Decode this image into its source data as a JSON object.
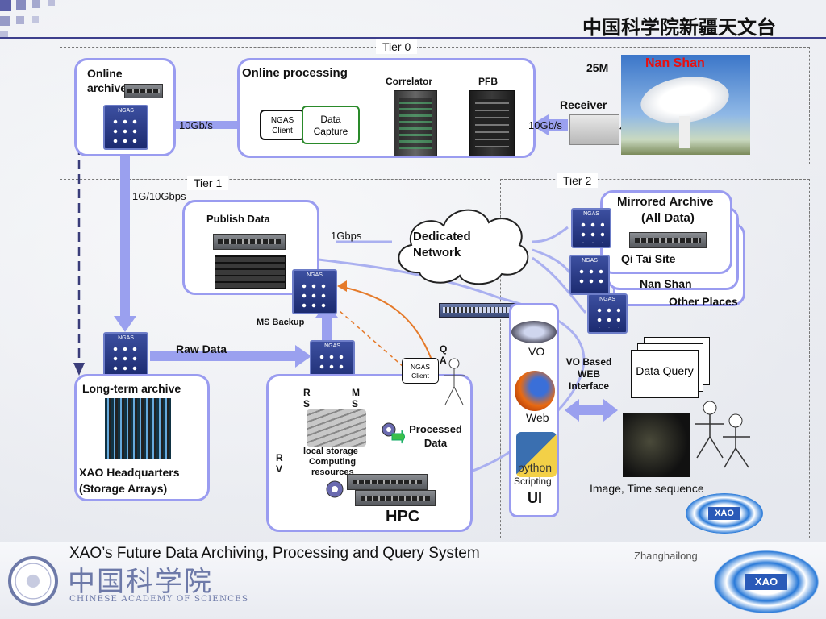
{
  "header_title": "中国科学院新疆天文台",
  "tiers": {
    "tier0": "Tier 0",
    "tier1": "Tier 1",
    "tier2": "Tier 2"
  },
  "tier0": {
    "online_archive": "Online archive",
    "online_processing": "Online processing",
    "correlator": "Correlator",
    "pfb": "PFB",
    "ngas_client": "NGAS Client",
    "data_capture": "Data Capture",
    "rate_left": "10Gb/s",
    "rate_right": "10Gb/s",
    "receiver": "Receiver",
    "dish_size": "25M",
    "site_name": "Nan Shan"
  },
  "tier1": {
    "link_rate": "1G/10Gbps",
    "publish_data": "Publish Data",
    "net_rate": "1Gbps",
    "dedicated_network": "Dedicated Network",
    "ms_backup": "MS Backup",
    "raw_data": "Raw Data",
    "longterm_archive": "Long-term archive",
    "xao_hq": "XAO Headquarters",
    "storage_arrays": "(Storage Arrays)",
    "ngas_client": "NGAS Client",
    "qa": "Q A",
    "rs": "R S",
    "ms": "M S",
    "rv": "R V",
    "processed_data": "Processed Data",
    "local_storage": "local storage",
    "computing": "Computing",
    "resources": "resources",
    "hpc": "HPC"
  },
  "tier2": {
    "mirrored_archive": "Mirrored Archive",
    "all_data": "(All Data)",
    "qi_tai": "Qi Tai Site",
    "nan_shan": "Nan Shan",
    "other_places": "Other Places",
    "vo": "VO",
    "web": "Web",
    "python": "python",
    "scripting": "Scripting",
    "ui": "UI",
    "vo_web": "VO Based WEB Interface",
    "data_query": "Data Query",
    "image_time": "Image, Time sequence"
  },
  "footer": {
    "caption": "XAO’s Future Data Archiving, Processing and Query System",
    "author": "Zhanghailong",
    "cas_cn": "中国科学院",
    "cas_en": "CHINESE ACADEMY OF SCIENCES",
    "xao_logo": "XAO"
  },
  "colors": {
    "accent": "#9aa0ef",
    "ngas": "#2a3b86",
    "red": "#e81010",
    "orange": "#e57a2a"
  }
}
